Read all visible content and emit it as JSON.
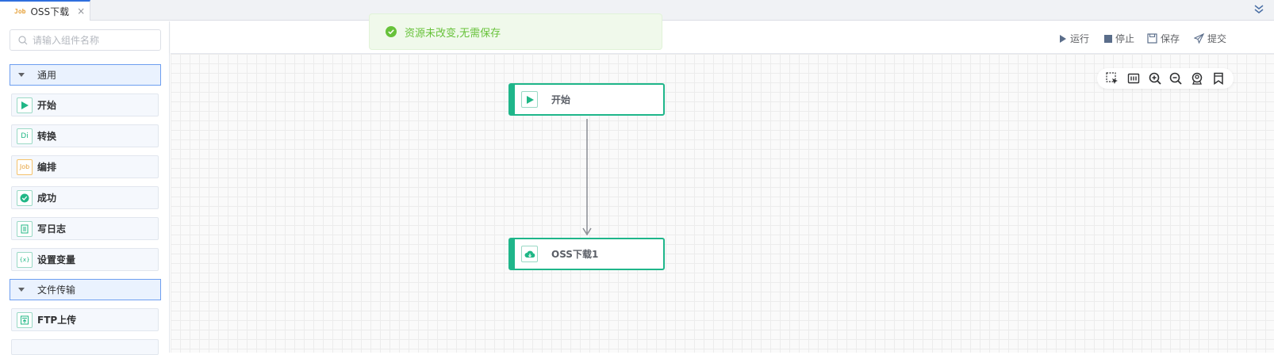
{
  "tab": {
    "icon": "job-icon",
    "icon_text": "Job",
    "label": "OSS下载",
    "close": "×"
  },
  "sidebar": {
    "search_placeholder": "请输入组件名称",
    "groups": [
      {
        "label": "通用",
        "expanded": true
      },
      {
        "label": "文件传输",
        "expanded": true
      }
    ],
    "items": [
      {
        "label": "开始",
        "icon": "play-icon"
      },
      {
        "label": "转换",
        "icon": "transform-icon",
        "icon_text": "Di"
      },
      {
        "label": "编排",
        "icon": "job-icon",
        "icon_text": "Job"
      },
      {
        "label": "成功",
        "icon": "check-circle-icon"
      },
      {
        "label": "写日志",
        "icon": "log-icon"
      },
      {
        "label": "设置变量",
        "icon": "variable-icon",
        "icon_text": "{x}"
      },
      {
        "label": "FTP上传",
        "icon": "ftp-upload-icon"
      }
    ]
  },
  "toolbar": {
    "run": "运行",
    "stop": "停止",
    "save": "保存",
    "submit": "提交"
  },
  "toast": {
    "message": "资源未改变,无需保存",
    "type": "success"
  },
  "canvas": {
    "tools": [
      "box-select-icon",
      "fit-icon",
      "zoom-in-icon",
      "zoom-out-icon",
      "locate-icon",
      "bookmark-icon"
    ],
    "nodes": [
      {
        "label": "开始",
        "icon": "play-icon"
      },
      {
        "label": "OSS下载1",
        "icon": "cloud-download-icon"
      }
    ]
  },
  "colors": {
    "accent": "#1fb68a",
    "primary": "#2f6fde",
    "success": "#67c23a",
    "group_bg": "#eaf2fe"
  }
}
